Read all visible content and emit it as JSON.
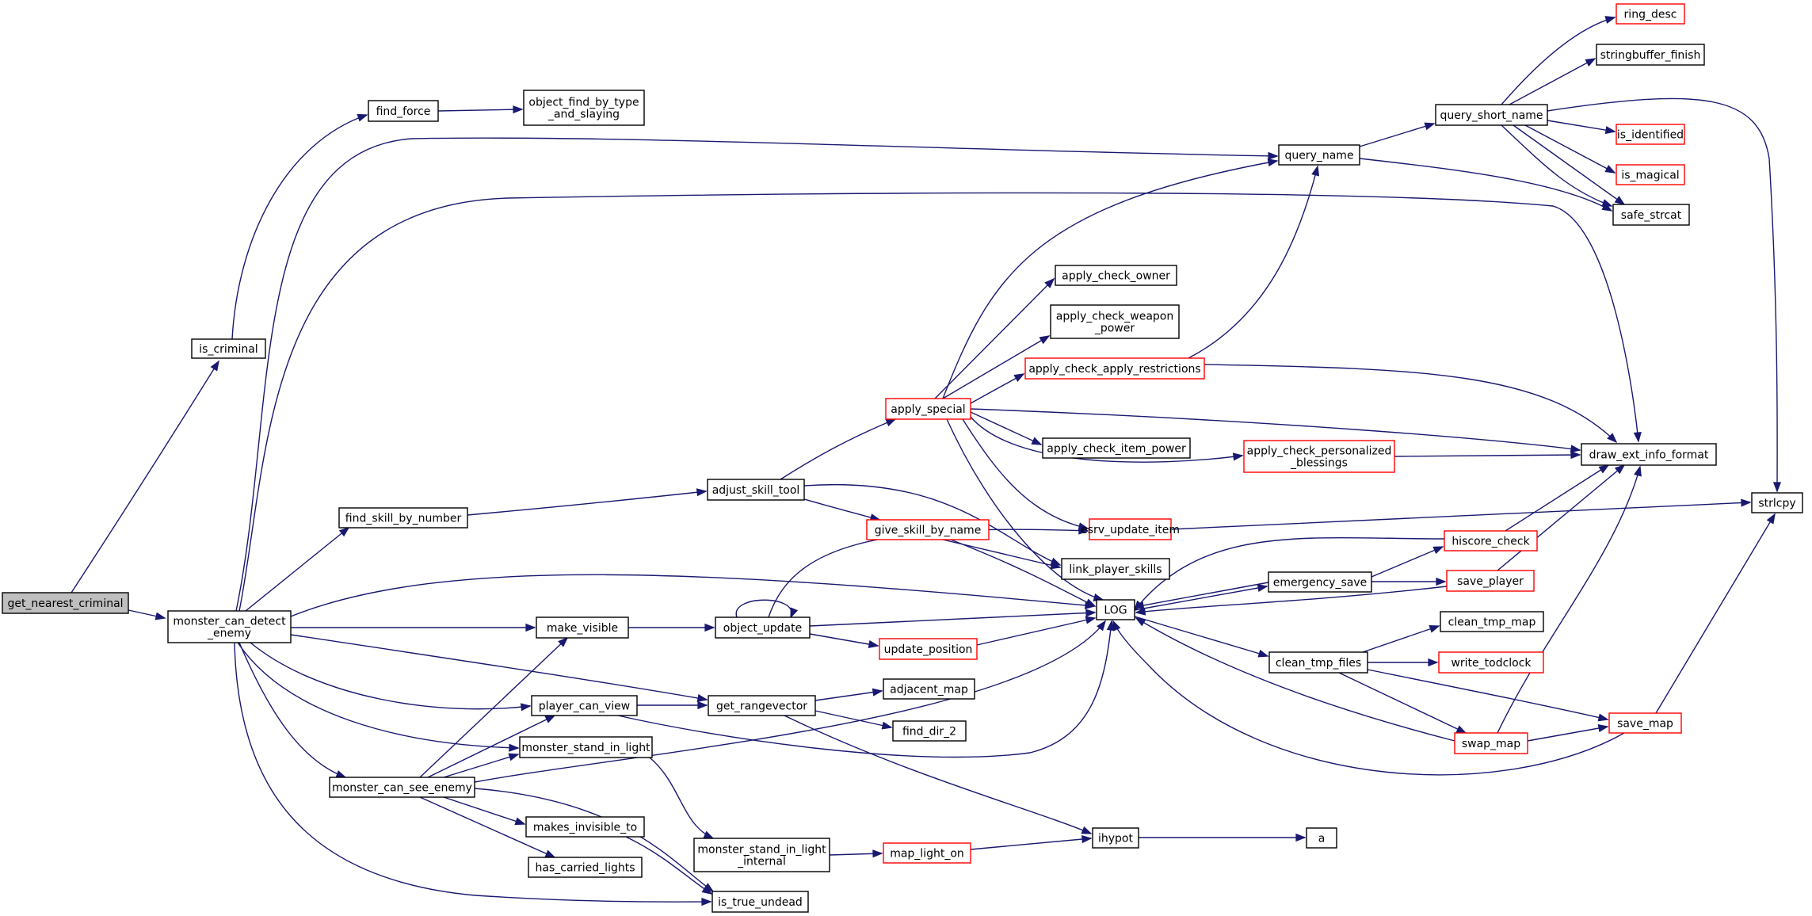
{
  "graph": {
    "colors": {
      "root_fill": "#bfbfbf",
      "node_fill": "#ffffff",
      "border": "#000000",
      "truncated_border": "#ff0000",
      "edge": "#191970"
    },
    "nodes": [
      {
        "id": "get_nearest_criminal",
        "lines": [
          "get_nearest_criminal"
        ],
        "root": true
      },
      {
        "id": "is_criminal",
        "lines": [
          "is_criminal"
        ]
      },
      {
        "id": "find_force",
        "lines": [
          "find_force"
        ]
      },
      {
        "id": "object_find_by_type_and_slaying",
        "lines": [
          "object_find_by_type",
          "_and_slaying"
        ]
      },
      {
        "id": "monster_can_detect_enemy",
        "lines": [
          "monster_can_detect",
          "_enemy"
        ]
      },
      {
        "id": "query_name",
        "lines": [
          "query_name"
        ]
      },
      {
        "id": "query_short_name",
        "lines": [
          "query_short_name"
        ]
      },
      {
        "id": "ring_desc",
        "lines": [
          "ring_desc"
        ],
        "truncated": true
      },
      {
        "id": "stringbuffer_finish",
        "lines": [
          "stringbuffer_finish"
        ]
      },
      {
        "id": "is_identified",
        "lines": [
          "is_identified"
        ],
        "truncated": true
      },
      {
        "id": "is_magical",
        "lines": [
          "is_magical"
        ],
        "truncated": true
      },
      {
        "id": "safe_strcat",
        "lines": [
          "safe_strcat"
        ]
      },
      {
        "id": "strlcpy",
        "lines": [
          "strlcpy"
        ]
      },
      {
        "id": "draw_ext_info_format",
        "lines": [
          "draw_ext_info_format"
        ]
      },
      {
        "id": "apply_check_owner",
        "lines": [
          "apply_check_owner"
        ]
      },
      {
        "id": "apply_check_weapon_power",
        "lines": [
          "apply_check_weapon",
          "_power"
        ]
      },
      {
        "id": "apply_check_apply_restrictions",
        "lines": [
          "apply_check_apply_restrictions"
        ],
        "truncated": true
      },
      {
        "id": "apply_special",
        "lines": [
          "apply_special"
        ],
        "truncated": true
      },
      {
        "id": "apply_check_item_power",
        "lines": [
          "apply_check_item_power"
        ]
      },
      {
        "id": "apply_check_personalized_blessings",
        "lines": [
          "apply_check_personalized",
          "_blessings"
        ],
        "truncated": true
      },
      {
        "id": "adjust_skill_tool",
        "lines": [
          "adjust_skill_tool"
        ]
      },
      {
        "id": "find_skill_by_number",
        "lines": [
          "find_skill_by_number"
        ]
      },
      {
        "id": "give_skill_by_name",
        "lines": [
          "give_skill_by_name"
        ],
        "truncated": true
      },
      {
        "id": "esrv_update_item",
        "lines": [
          "esrv_update_item"
        ],
        "truncated": true
      },
      {
        "id": "link_player_skills",
        "lines": [
          "link_player_skills"
        ]
      },
      {
        "id": "LOG",
        "lines": [
          "LOG"
        ]
      },
      {
        "id": "emergency_save",
        "lines": [
          "emergency_save"
        ]
      },
      {
        "id": "hiscore_check",
        "lines": [
          "hiscore_check"
        ],
        "truncated": true
      },
      {
        "id": "save_player",
        "lines": [
          "save_player"
        ],
        "truncated": true
      },
      {
        "id": "make_visible",
        "lines": [
          "make_visible"
        ]
      },
      {
        "id": "object_update",
        "lines": [
          "object_update"
        ]
      },
      {
        "id": "update_position",
        "lines": [
          "update_position"
        ],
        "truncated": true
      },
      {
        "id": "clean_tmp_files",
        "lines": [
          "clean_tmp_files"
        ]
      },
      {
        "id": "clean_tmp_map",
        "lines": [
          "clean_tmp_map"
        ]
      },
      {
        "id": "write_todclock",
        "lines": [
          "write_todclock"
        ],
        "truncated": true
      },
      {
        "id": "player_can_view",
        "lines": [
          "player_can_view"
        ]
      },
      {
        "id": "get_rangevector",
        "lines": [
          "get_rangevector"
        ]
      },
      {
        "id": "adjacent_map",
        "lines": [
          "adjacent_map"
        ]
      },
      {
        "id": "find_dir_2",
        "lines": [
          "find_dir_2"
        ]
      },
      {
        "id": "save_map",
        "lines": [
          "save_map"
        ],
        "truncated": true
      },
      {
        "id": "swap_map",
        "lines": [
          "swap_map"
        ],
        "truncated": true
      },
      {
        "id": "monster_stand_in_light",
        "lines": [
          "monster_stand_in_light"
        ]
      },
      {
        "id": "monster_can_see_enemy",
        "lines": [
          "monster_can_see_enemy"
        ]
      },
      {
        "id": "makes_invisible_to",
        "lines": [
          "makes_invisible_to"
        ]
      },
      {
        "id": "has_carried_lights",
        "lines": [
          "has_carried_lights"
        ]
      },
      {
        "id": "monster_stand_in_light_internal",
        "lines": [
          "monster_stand_in_light",
          "_internal"
        ]
      },
      {
        "id": "map_light_on",
        "lines": [
          "map_light_on"
        ],
        "truncated": true
      },
      {
        "id": "ihypot",
        "lines": [
          "ihypot"
        ]
      },
      {
        "id": "a",
        "lines": [
          "a"
        ]
      },
      {
        "id": "is_true_undead",
        "lines": [
          "is_true_undead"
        ]
      }
    ]
  }
}
